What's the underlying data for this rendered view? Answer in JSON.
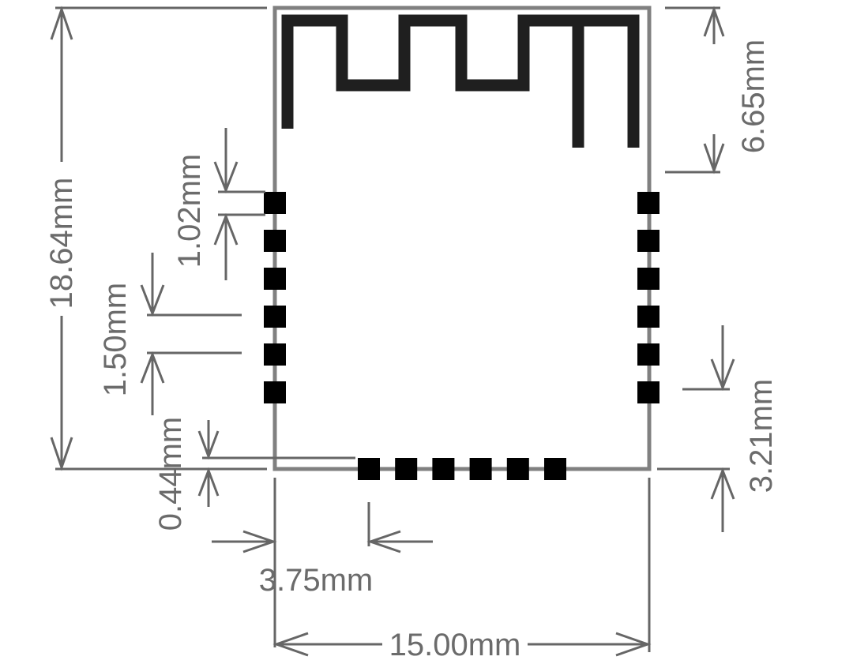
{
  "dimensions": {
    "total_height": "18.64mm",
    "antenna_height": "6.65mm",
    "pad_width": "1.02mm",
    "pad_pitch": "1.50mm",
    "bottom_offset": "0.44mm",
    "bottom_pad_offset": "3.75mm",
    "total_width": "15.00mm",
    "side_pad_offset": "3.21mm"
  },
  "pads": {
    "left_count": 6,
    "right_count": 6,
    "bottom_count": 6
  },
  "colors": {
    "outline": "#808080",
    "antenna": "#1f1f1f",
    "pad": "#000000",
    "dimension": "#666666"
  }
}
